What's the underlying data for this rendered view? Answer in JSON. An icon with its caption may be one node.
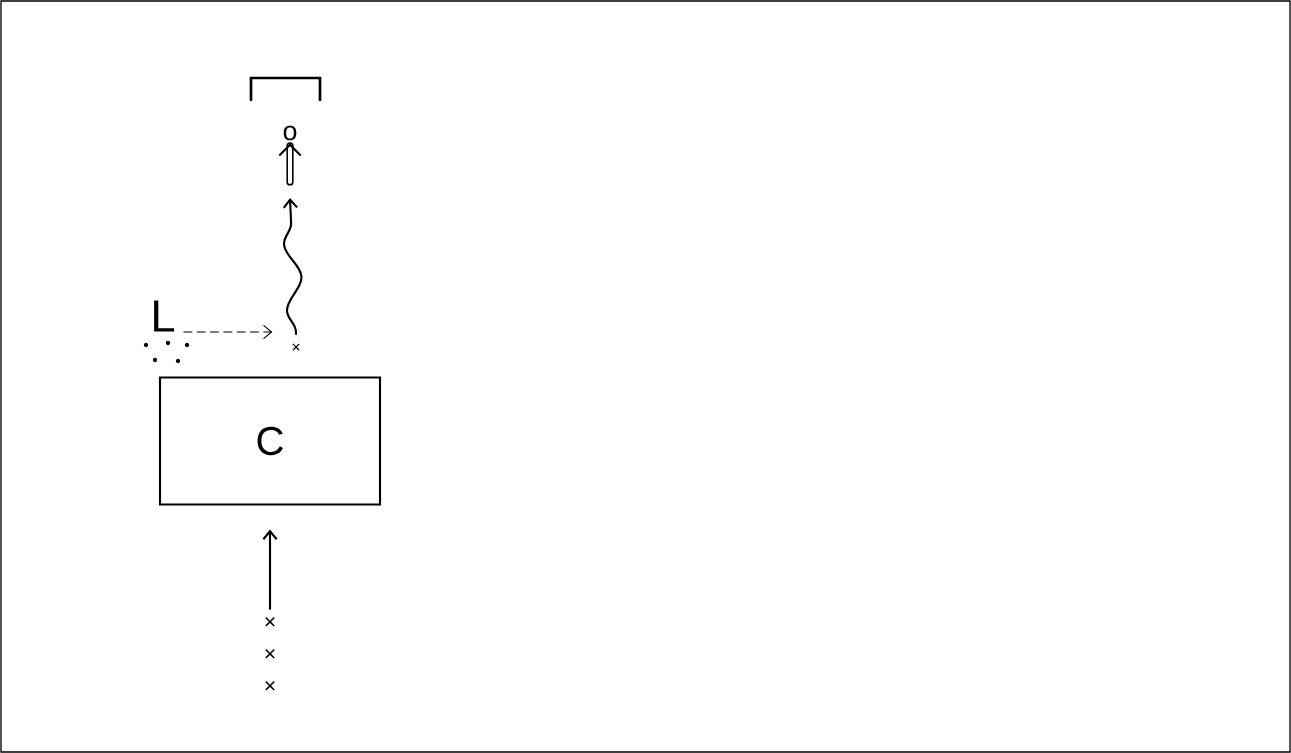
{
  "diagram": {
    "nodes": [
      {
        "text": [
          "×",
          "×",
          "×"
        ]
      },
      {
        "text": [
          "C"
        ]
      },
      {
        "text": [
          "×"
        ]
      },
      {
        "text": [
          "L"
        ]
      },
      {
        "text": [
          "o"
        ]
      }
    ],
    "edges": [
      {
        "from": 0,
        "to": 1,
        "arrow": "to"
      },
      {
        "from": 3,
        "to": 2,
        "arrow": "to",
        "style": "dashed"
      },
      {
        "from": 2,
        "to": null,
        "arrow": "to"
      },
      {
        "from": null,
        "to": 4,
        "arrow": "to",
        "style": "thick"
      }
    ]
  }
}
